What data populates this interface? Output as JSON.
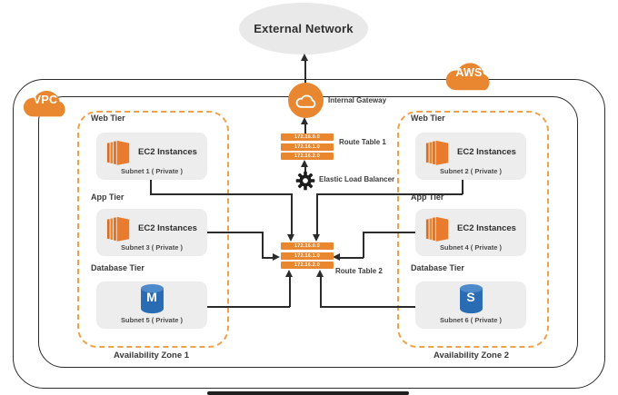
{
  "external_network": {
    "label": "External Network"
  },
  "vpc_cloud_label": "VPC",
  "aws_cloud_label": "AWS",
  "internal_gateway": {
    "label": "Internal Gateway"
  },
  "elastic_load_balancer": {
    "label": "Elastic Load Balancer"
  },
  "route_table_1": {
    "label": "Route Table 1",
    "routes": [
      "172.16.0.0",
      "172.16.1.0",
      "172.16.2.0"
    ]
  },
  "route_table_2": {
    "label": "Route Table 2",
    "routes": [
      "172.16.0.0",
      "172.16.1.0",
      "172.16.2.0"
    ]
  },
  "zones": [
    {
      "label": "Availability Zone 1",
      "web": {
        "tier": "Web Tier",
        "node": "EC2 Instances",
        "subnet": "Subnet 1 ( Private )"
      },
      "app": {
        "tier": "App Tier",
        "node": "EC2 Instances",
        "subnet": "Subnet 3 ( Private )"
      },
      "db": {
        "tier": "Database Tier",
        "subnet": "Subnet 5 ( Private )",
        "db_letter": "M"
      }
    },
    {
      "label": "Availability Zone 2",
      "web": {
        "tier": "Web Tier",
        "node": "EC2 Instances",
        "subnet": "Subnet 2 ( Private )"
      },
      "app": {
        "tier": "App Tier",
        "node": "EC2 Instances",
        "subnet": "Subnet 4 ( Private )"
      },
      "db": {
        "tier": "Database Tier",
        "subnet": "Subnet 6 ( Private )",
        "db_letter": "S"
      }
    }
  ],
  "colors": {
    "orange": "#E8872F",
    "dashed_orange": "#F0A24A",
    "line": "#2B2B2B",
    "card_gray": "#EDEDED",
    "ellipse_gray": "#E9E9E9",
    "db_blue": "#2A6CB3"
  }
}
